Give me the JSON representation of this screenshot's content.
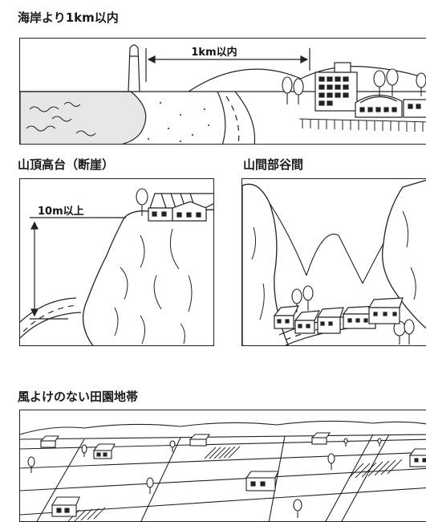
{
  "sections": {
    "coast": {
      "heading": "海岸より1km以内",
      "distance_label": "1km以内"
    },
    "cliff": {
      "heading": "山頂高台（断崖）",
      "height_label": "10m以上"
    },
    "valley": {
      "heading": "山間部谷間"
    },
    "farmland": {
      "heading": "風よけのない田園地帯"
    }
  }
}
